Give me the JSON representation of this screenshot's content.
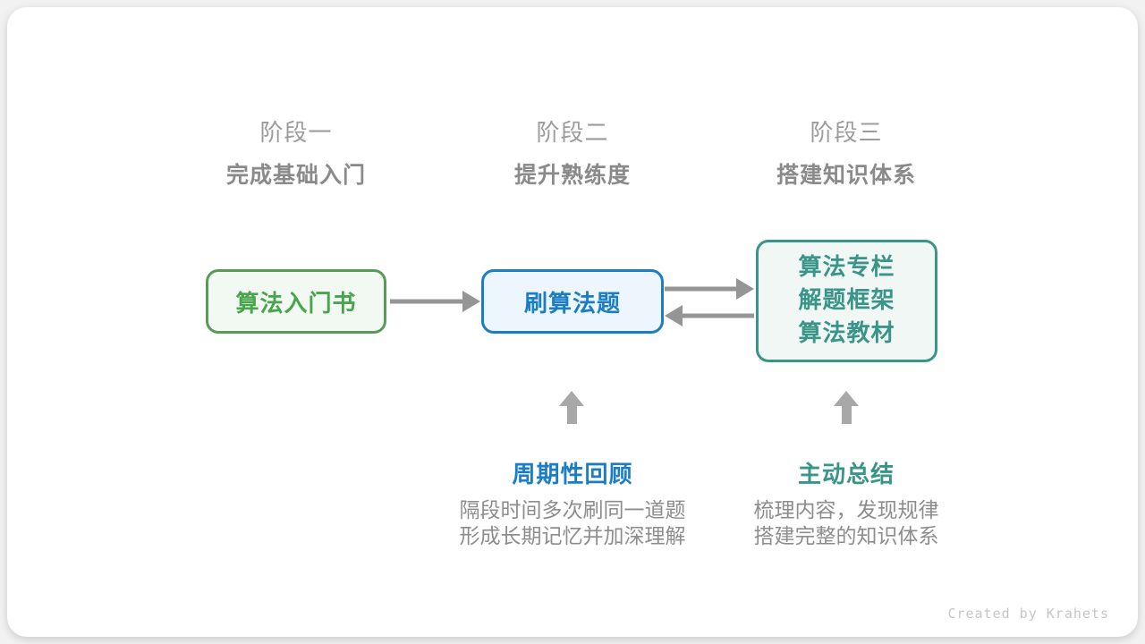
{
  "stages": [
    {
      "label": "阶段一",
      "subtitle": "完成基础入门"
    },
    {
      "label": "阶段二",
      "subtitle": "提升熟练度"
    },
    {
      "label": "阶段三",
      "subtitle": "搭建知识体系"
    }
  ],
  "nodes": {
    "intro_book": {
      "label": "算法入门书"
    },
    "practice": {
      "label": "刷算法题"
    },
    "resources": {
      "lines": [
        "算法专栏",
        "解题框架",
        "算法教材"
      ]
    }
  },
  "edges": [
    {
      "from": "算法入门书",
      "to": "刷算法题",
      "type": "arrow-right"
    },
    {
      "from": "刷算法题",
      "to": "算法专栏",
      "type": "arrow-right"
    },
    {
      "from": "算法专栏",
      "to": "刷算法题",
      "type": "arrow-left"
    },
    {
      "from": "周期性回顾",
      "to": "刷算法题",
      "type": "arrow-up"
    },
    {
      "from": "主动总结",
      "to": "算法专栏",
      "type": "arrow-up"
    }
  ],
  "methods": [
    {
      "title": "周期性回顾",
      "desc_line1": "隔段时间多次刷同一道题",
      "desc_line2": "形成长期记忆并加深理解"
    },
    {
      "title": "主动总结",
      "desc_line1": "梳理内容，发现规律",
      "desc_line2": "搭建完整的知识体系"
    }
  ],
  "footer": {
    "credit": "Created by Krahets"
  },
  "colors": {
    "green_border": "#579b57",
    "green_text": "#48a54d",
    "green_bg": "#f2f8f2",
    "blue": "#1b7ec5",
    "blue_bg": "#edf6fc",
    "teal": "#399588",
    "teal_bg": "#f0f7f5",
    "arrow_gray": "#959595",
    "up_arrow_gray": "#a8a8a8",
    "header_gray": "#9c9c9c",
    "subtitle_gray": "#8a8a8a",
    "desc_gray": "#8d8d8d",
    "credit_gray": "#c6c6c6"
  }
}
